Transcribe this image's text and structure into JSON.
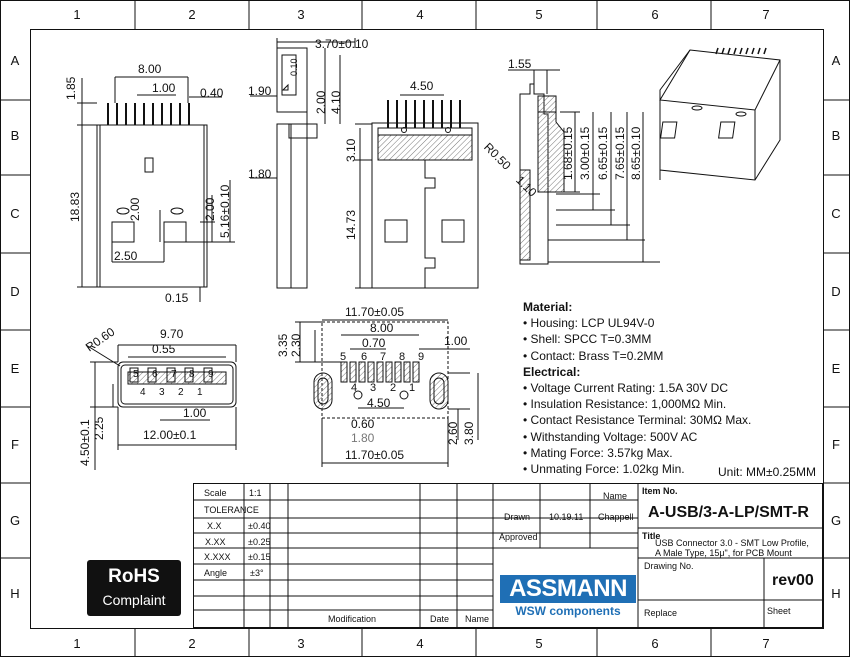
{
  "grid": {
    "columns": [
      "1",
      "2",
      "3",
      "4",
      "5",
      "6",
      "7"
    ],
    "rows": [
      "A",
      "B",
      "C",
      "D",
      "E",
      "F",
      "G",
      "H"
    ]
  },
  "dims": {
    "d_3_70": "3.70±0.10",
    "d_8_00_top": "8.00",
    "d_1_00_top": "1.00",
    "d_0_40": "0.40",
    "d_1_85": "1.85",
    "d_1_90": "1.90",
    "d_0_10": "0.10",
    "d_2_00_side": "2.00",
    "d_4_10": "4.10",
    "d_4_50_top": "4.50",
    "d_1_55": "1.55",
    "d_3_10": "3.10",
    "d_18_83": "18.83",
    "d_2_00_a": "2.00",
    "d_2_00_b": "2.00",
    "d_5_16": "5.16±0.10",
    "d_2_50": "2.50",
    "d_0_15": "0.15",
    "d_1_80": "1.80",
    "d_14_73": "14.73",
    "d_r050": "R0.50",
    "d_1_10": "1.10",
    "d_1_68": "1.68±0.15",
    "d_3_00": "3.00±0.15",
    "d_6_65": "6.65±0.15",
    "d_7_65": "7.65±0.15",
    "d_8_65": "8.65±0.10",
    "d_r060": "R0.60",
    "d_9_70": "9.70",
    "d_0_55": "0.55",
    "d_1_00_front": "1.00",
    "d_12_00": "12.00±0.1",
    "d_4_50_side": "4.50±0.1",
    "d_2_25": "2.25",
    "d_11_70_top": "11.70±0.05",
    "d_8_00_pcb": "8.00",
    "d_0_70": "0.70",
    "d_1_00_pcb": "1.00",
    "d_3_35": "3.35",
    "d_2_30": "2.30",
    "d_4_50_pcb": "4.50",
    "d_0_60": "0.60",
    "d_1_80_pcb": "1.80",
    "d_2_60": "2.60",
    "d_3_80": "3.80",
    "d_11_70_bot": "11.70±0.05"
  },
  "pins_top": [
    "5",
    "6",
    "7",
    "8",
    "9"
  ],
  "pins_bottom": [
    "4",
    "3",
    "2",
    "1"
  ],
  "front_pins_top": [
    "5",
    "6",
    "7",
    "8",
    "9"
  ],
  "front_pins_bottom": [
    "4",
    "3",
    "2",
    "1"
  ],
  "spec": {
    "material_head": "Material:",
    "material": [
      "• Housing: LCP UL94V-0",
      "• Shell: SPCC T=0.3MM",
      "• Contact: Brass T=0.2MM"
    ],
    "electrical_head": "Electrical:",
    "electrical": [
      "• Voltage Current Rating: 1.5A 30V DC",
      "• Insulation Resistance: 1,000MΩ Min.",
      "• Contact Resistance Terminal: 30MΩ Max.",
      "• Withstanding Voltage: 500V AC",
      "• Mating Force: 3.57kg Max.",
      "• Unmating Force: 1.02kg Min."
    ],
    "unit": "Unit: MM±0.25MM"
  },
  "title_block": {
    "scale_label": "Scale",
    "scale_value": "1:1",
    "tolerance_label": "TOLERANCE",
    "tol_rows": [
      {
        "k": "X.X",
        "v": "±0.40"
      },
      {
        "k": "X.XX",
        "v": "±0.25"
      },
      {
        "k": "X.XXX",
        "v": "±0.15"
      },
      {
        "k": "Angle",
        "v": "±3°"
      }
    ],
    "name_label": "Name",
    "drawn_label": "Drawn",
    "drawn_date": "10.19.11",
    "drawn_name": "Chappell",
    "approved_label": "Approved",
    "modification_label": "Modification",
    "date_label": "Date",
    "name_col_label": "Name",
    "item_no_label": "Item No.",
    "item_no": "A-USB/3-A-LP/SMT-R",
    "title_label": "Title",
    "title_lines": [
      "USB Connector 3.0 - SMT Low Profile,",
      "A Male Type, 15μ\", for PCB Mount"
    ],
    "drawing_no_label": "Drawing No.",
    "rev": "rev00",
    "replace_label": "Replace",
    "sheet_label": "Sheet",
    "rohs_line1": "RoHS",
    "rohs_line2": "Complaint",
    "logo_big": "ASSMANN",
    "logo_small": "WSW components"
  },
  "colors": {
    "line": "#111111",
    "logo_blue": "#1f6fb5",
    "hatch": "#888888"
  }
}
